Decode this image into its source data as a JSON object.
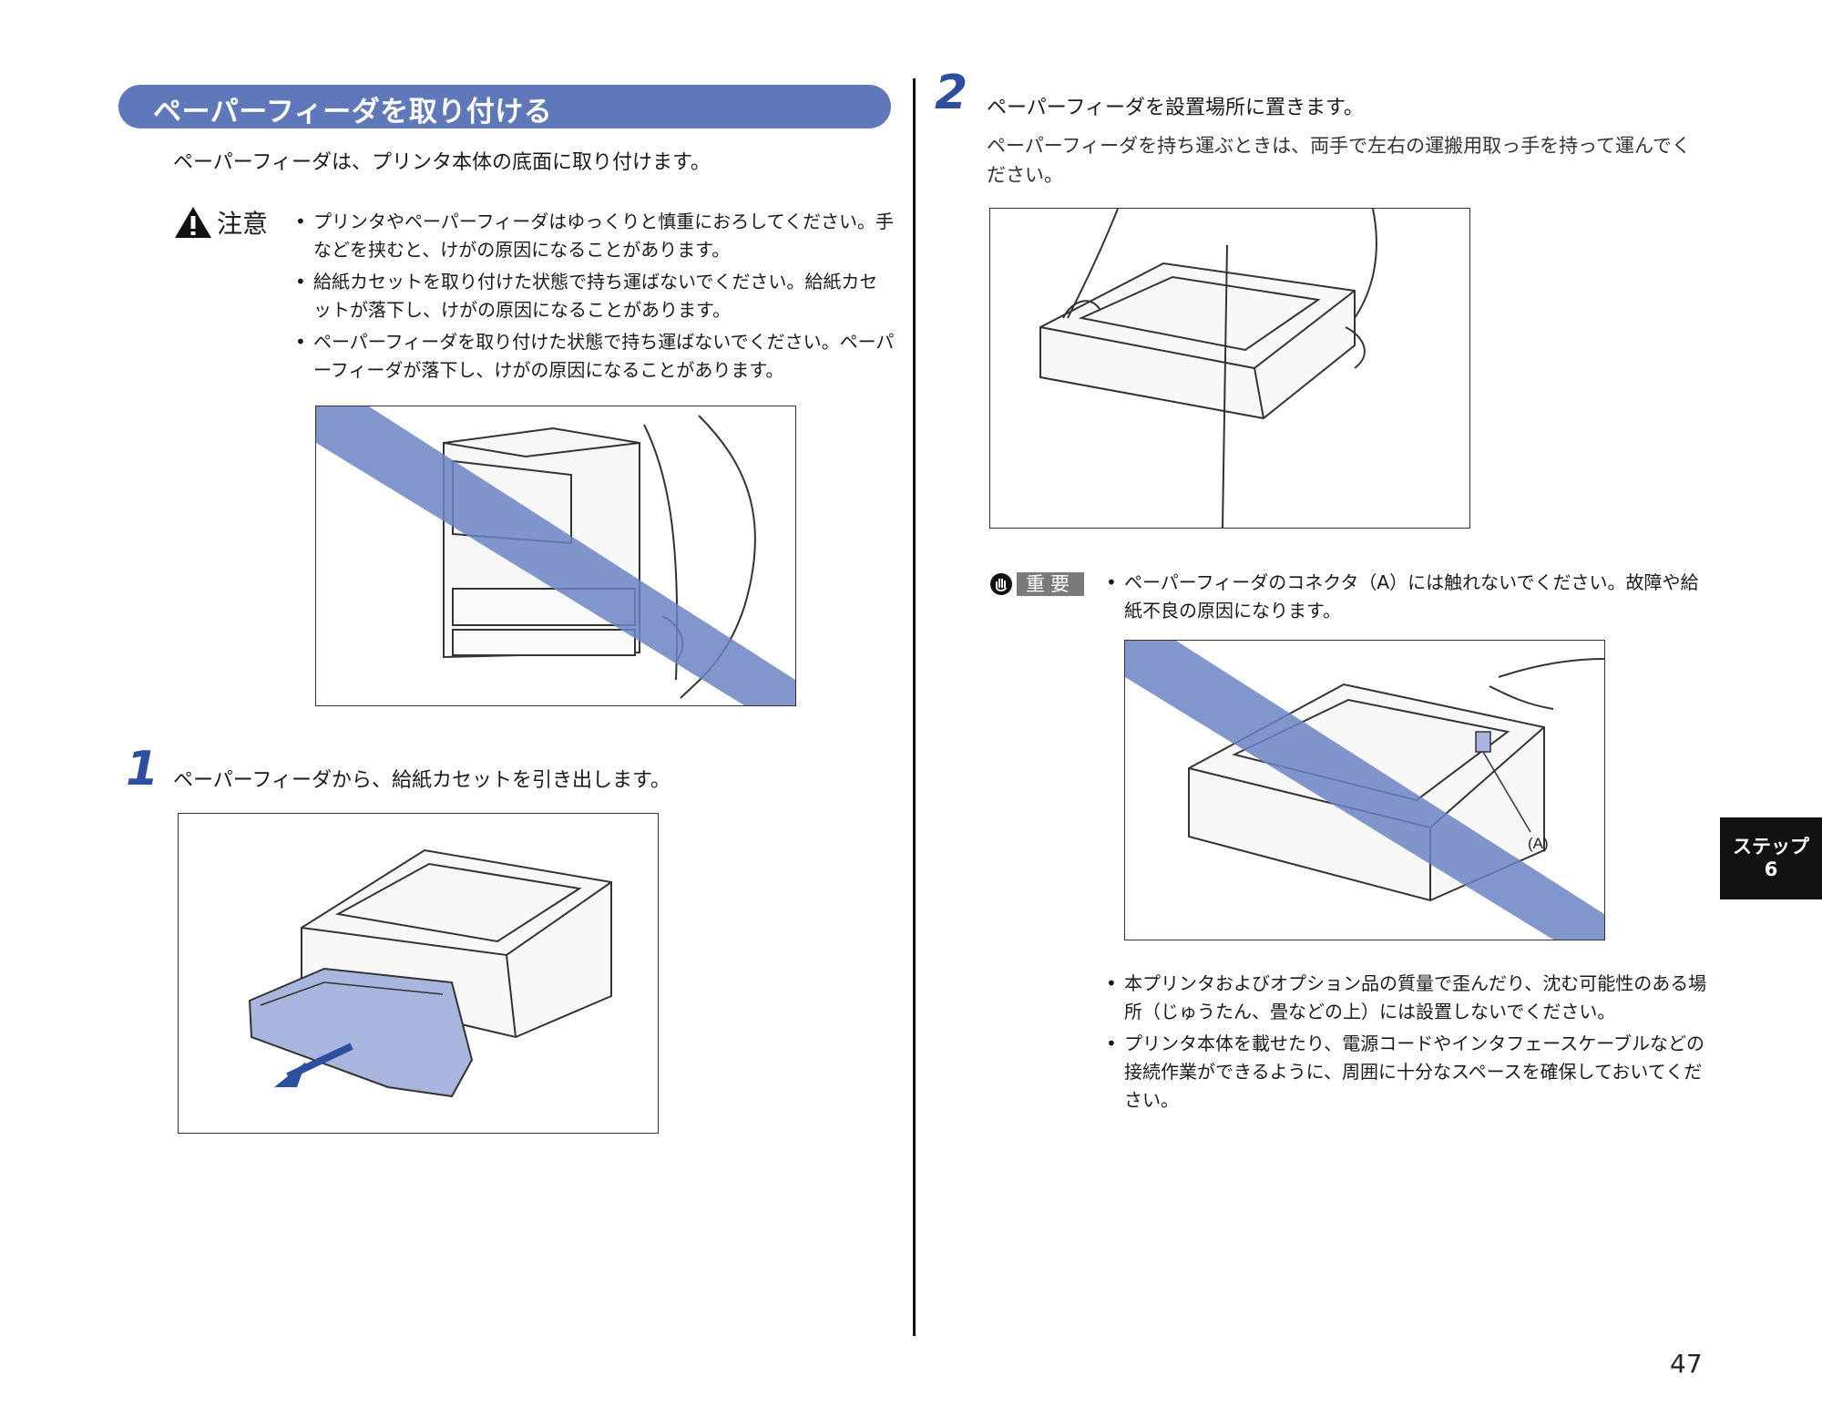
{
  "left": {
    "section_title": "ペーパーフィーダを取り付ける",
    "intro": "ペーパーフィーダは、プリンタ本体の底面に取り付けます。",
    "caution_label": "注意",
    "caution_items": [
      "プリンタやペーパーフィーダはゆっくりと慎重におろしてください。手などを挟むと、けがの原因になることがあります。",
      "給紙カセットを取り付けた状態で持ち運ばないでください。給紙カセットが落下し、けがの原因になることがあります。",
      "ペーパーフィーダを取り付けた状態で持ち運ばないでください。ペーパーフィーダが落下し、けがの原因になることがあります。"
    ],
    "step1_number": "1",
    "step1_title": "ペーパーフィーダから、給紙カセットを引き出します。"
  },
  "right": {
    "step2_number": "2",
    "step2_title": "ペーパーフィーダを設置場所に置きます。",
    "step2_body": "ペーパーフィーダを持ち運ぶときは、両手で左右の運搬用取っ手を持って運んでください。",
    "important_label": "重要",
    "important_items": [
      "ペーパーフィーダのコネクタ（A）には触れないでください。故障や給紙不良の原因になります。"
    ],
    "figure_callout": "(A)",
    "notes": [
      "本プリンタおよびオプション品の質量で歪んだり、沈む可能性のある場所（じゅうたん、畳などの上）には設置しないでください。",
      "プリンタ本体を載せたり、電源コードやインタフェースケーブルなどの接続作業ができるように、周囲に十分なスペースを確保しておいてください。"
    ]
  },
  "tab": {
    "line1": "ステップ",
    "line2": "6"
  },
  "page_number": "47",
  "colors": {
    "accent": "#5f78b9",
    "prohibit_band": "#6c84c6",
    "step_number": "#2c4fa0"
  }
}
